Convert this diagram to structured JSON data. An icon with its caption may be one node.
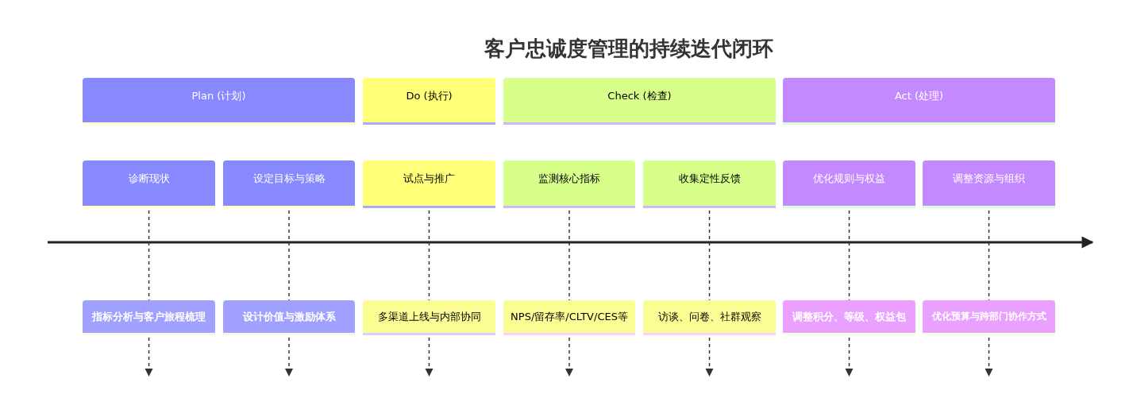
{
  "diagram": {
    "title": "客户忠诚度管理的持续迭代闭环",
    "nodes": [
      {
        "text": [
          "Plan (计划)"
        ]
      },
      {
        "text": [
          "Do (执行)"
        ]
      },
      {
        "text": [
          "Check (检查)"
        ]
      },
      {
        "text": [
          "Act (处理)"
        ]
      },
      {
        "text": [
          "诊断现状"
        ]
      },
      {
        "text": [
          "设定目标与策略"
        ]
      },
      {
        "text": [
          "试点与推广"
        ]
      },
      {
        "text": [
          "监测核心指标"
        ]
      },
      {
        "text": [
          "收集定性反馈"
        ]
      },
      {
        "text": [
          "优化规则与权益"
        ]
      },
      {
        "text": [
          "调整资源与组织"
        ]
      },
      {
        "text": [
          "指标分析与客户旅程梳理"
        ]
      },
      {
        "text": [
          "设计价值与激励体系"
        ]
      },
      {
        "text": [
          "多渠道上线与内部协同"
        ]
      },
      {
        "text": [
          "NPS/留存率/CLTV/CES等"
        ]
      },
      {
        "text": [
          "访谈、问卷、社群观察"
        ]
      },
      {
        "text": [
          "调整积分、等级、权益包"
        ]
      },
      {
        "text": [
          "优化预算与跨部门协作方式"
        ]
      }
    ],
    "edges": [
      {
        "from": 4,
        "to": 11,
        "arrow": "none",
        "style": "dashed"
      },
      {
        "from": 5,
        "to": 12,
        "arrow": "none",
        "style": "dashed"
      },
      {
        "from": 6,
        "to": 13,
        "arrow": "none",
        "style": "dashed"
      },
      {
        "from": 7,
        "to": 14,
        "arrow": "none",
        "style": "dashed"
      },
      {
        "from": 8,
        "to": 15,
        "arrow": "none",
        "style": "dashed"
      },
      {
        "from": 9,
        "to": 16,
        "arrow": "none",
        "style": "dashed"
      },
      {
        "from": 10,
        "to": 17,
        "arrow": "none",
        "style": "dashed"
      },
      {
        "from": 11,
        "to": null,
        "arrow": "to",
        "style": "dashed"
      },
      {
        "from": 12,
        "to": null,
        "arrow": "to",
        "style": "dashed"
      },
      {
        "from": 13,
        "to": null,
        "arrow": "to",
        "style": "dashed"
      },
      {
        "from": 14,
        "to": null,
        "arrow": "to",
        "style": "dashed"
      },
      {
        "from": 15,
        "to": null,
        "arrow": "to",
        "style": "dashed"
      },
      {
        "from": 16,
        "to": null,
        "arrow": "to",
        "style": "dashed"
      },
      {
        "from": 17,
        "to": null,
        "arrow": "to",
        "style": "dashed"
      }
    ]
  }
}
